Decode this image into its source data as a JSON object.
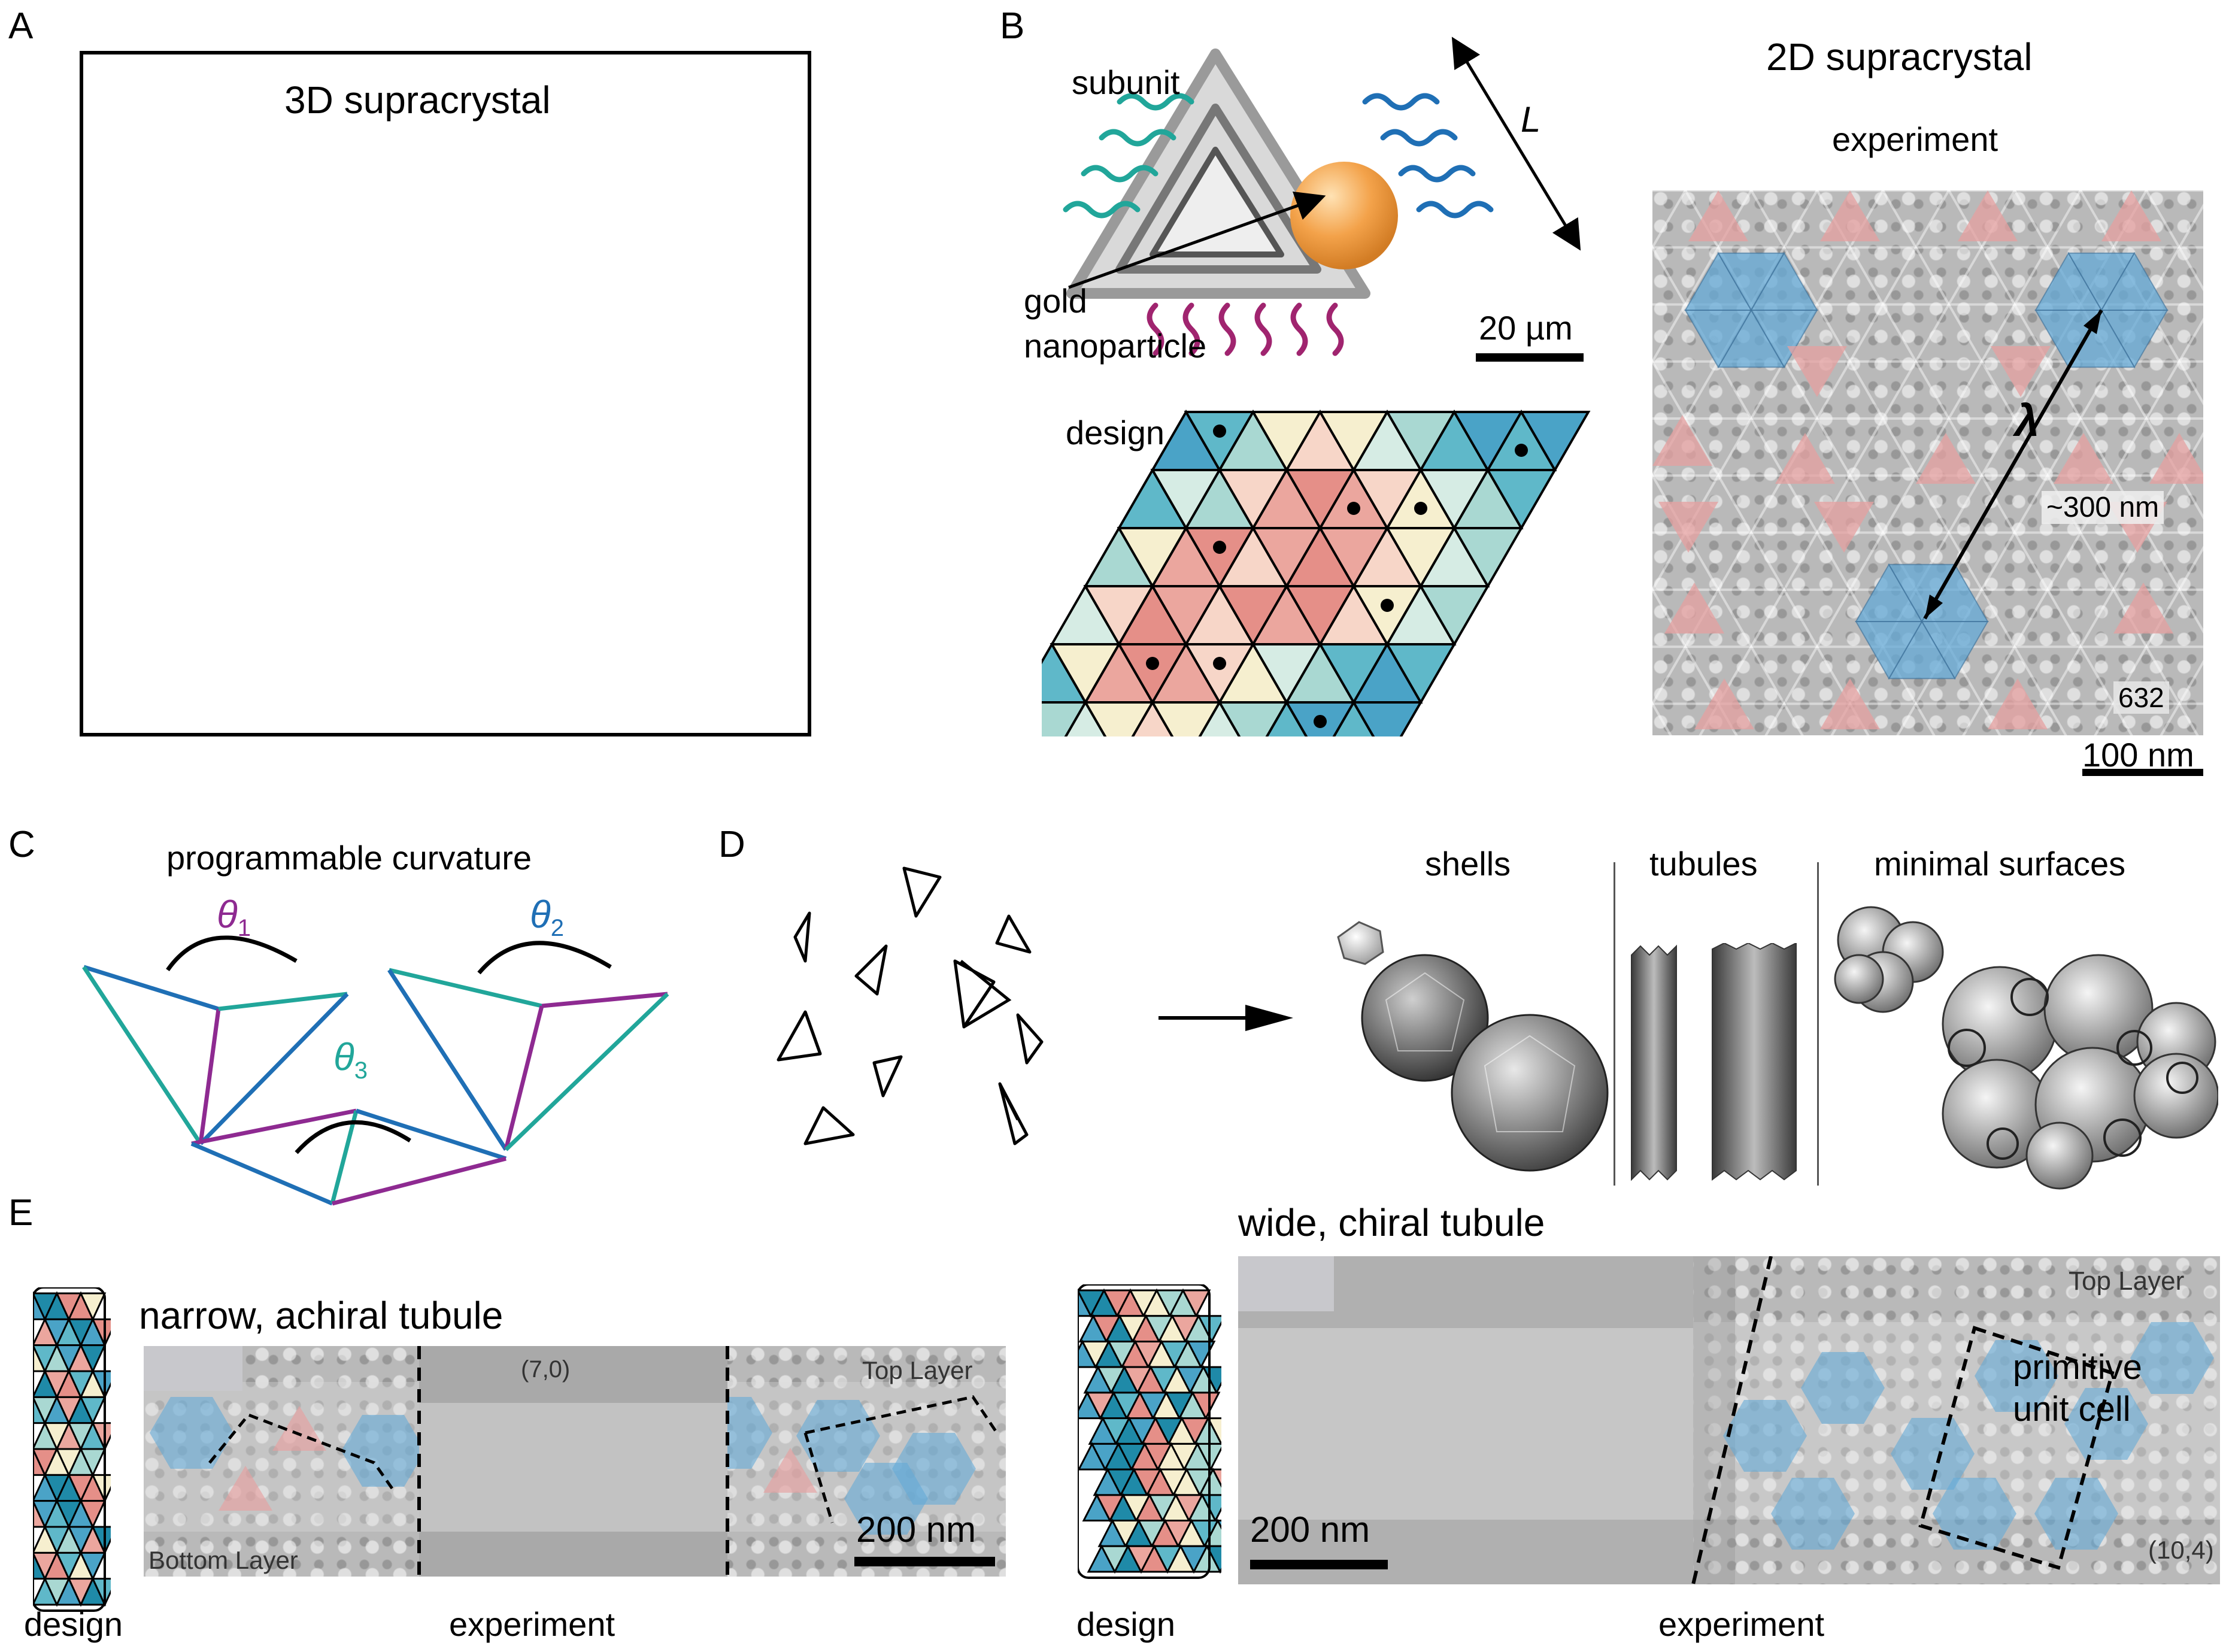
{
  "panels": {
    "A": {
      "letter": "A",
      "title": "3D supracrystal"
    },
    "B": {
      "letter": "B",
      "subunit_label": "subunit",
      "length_label": "L",
      "particle_label_line1": "gold",
      "particle_label_line2": "nanoparticle",
      "scale_subunit": "20 µm",
      "design_label": "design",
      "title": "2D supracrystal",
      "experiment_label": "experiment",
      "lambda_label": "λ",
      "spacing_label": "~300 nm",
      "image_id": "632",
      "scale_experiment": "100 nm"
    },
    "C": {
      "letter": "C",
      "title": "programmable curvature",
      "angles": [
        {
          "symbol": "θ",
          "sub": "1",
          "color": "#8e2a91"
        },
        {
          "symbol": "θ",
          "sub": "2",
          "color": "#1f6fb5"
        },
        {
          "symbol": "θ",
          "sub": "3",
          "color": "#21a69a"
        }
      ]
    },
    "D": {
      "letter": "D",
      "categories": [
        "shells",
        "tubules",
        "minimal surfaces"
      ]
    },
    "E": {
      "letter": "E",
      "narrow_title": "narrow, achiral tubule",
      "narrow_index": "(7,0)",
      "narrow_top": "Top Layer",
      "narrow_bottom": "Bottom Layer",
      "narrow_scale": "200 nm",
      "design_label": "design",
      "experiment_label": "experiment",
      "wide_title": "wide, chiral tubule",
      "wide_top": "Top Layer",
      "wide_cell_line1": "primitive",
      "wide_cell_line2": "unit cell",
      "wide_index": "(10,4)",
      "wide_scale": "200 nm"
    }
  },
  "colors": {
    "teal_strand": "#21a69a",
    "blue_strand": "#1f6fb5",
    "purple_strand": "#a0246f",
    "tile_blue": "#4aa3c7",
    "tile_red": "#e8a09a",
    "tile_cream": "#f6efcf",
    "em_blue": "#7fb7d9",
    "em_red": "#e5b4b0",
    "gold": "#f3a24a"
  }
}
